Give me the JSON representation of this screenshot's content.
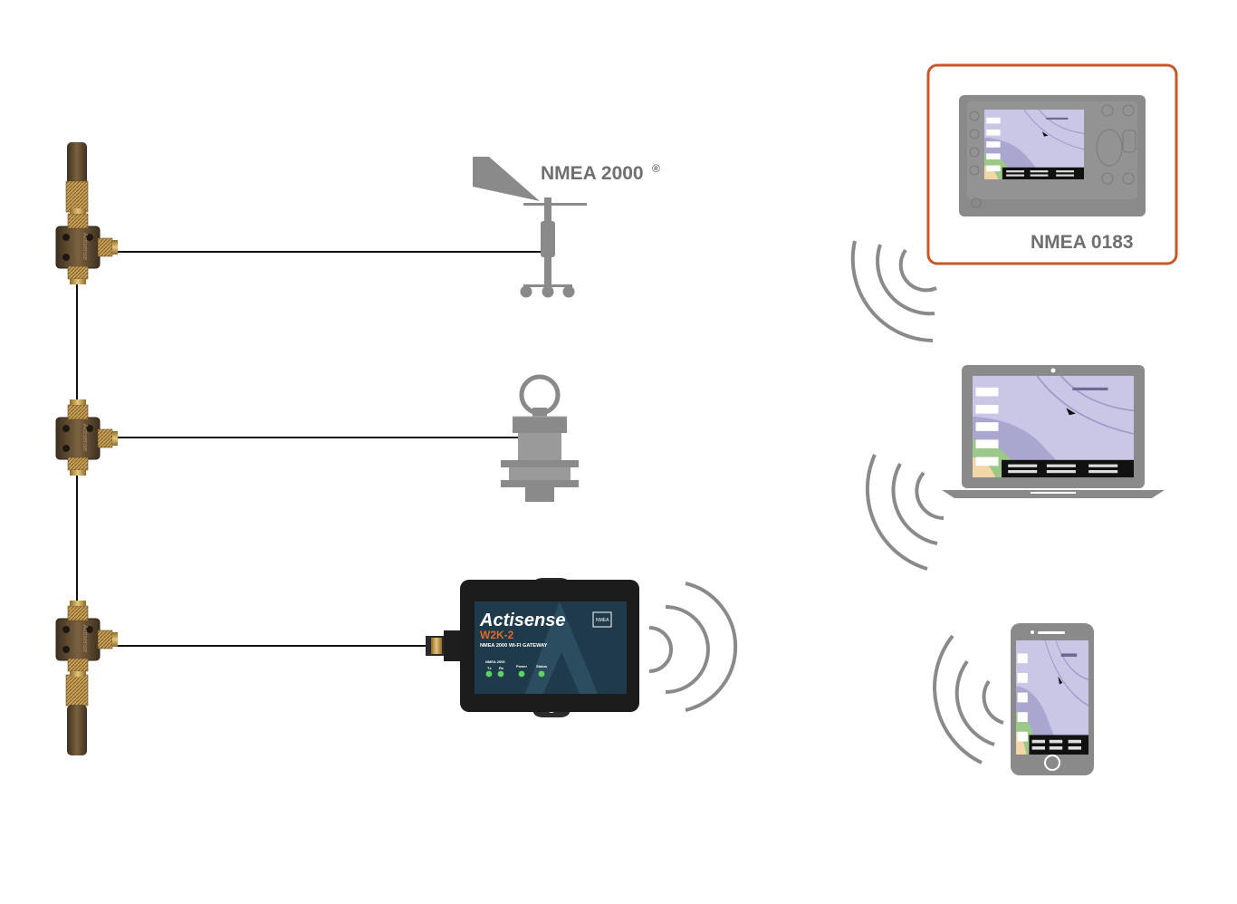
{
  "labels": {
    "nmea2000": "NMEA 2000",
    "nmea2000_mark": "®",
    "nmea0183": "NMEA 0183"
  },
  "gateway": {
    "brand": "Actisense",
    "model": "W2K-2",
    "subtitle": "NMEA 2000 WI-FI GATEWAY",
    "port_label": "NMEA 2000",
    "led_tx": "Tx",
    "led_rx": "Rx",
    "led_power": "Power",
    "led_status": "Status",
    "logo_text": "NMEA"
  },
  "colors": {
    "highlight_border": "#c8582a",
    "device_gray": "#8a8a8a",
    "connector_bronze": "#5e4a33",
    "gateway_panel": "#1f3a4a",
    "gateway_model": "#e06a2b",
    "led_green": "#5fd35f",
    "chart_water": "#c9c6e6"
  },
  "icons": {
    "wind_sensor": "wind-vane-icon",
    "depth_sensor": "through-hull-transducer-icon",
    "tee_connector": "tee-connector-icon",
    "wifi": "wifi-wave-icon"
  }
}
